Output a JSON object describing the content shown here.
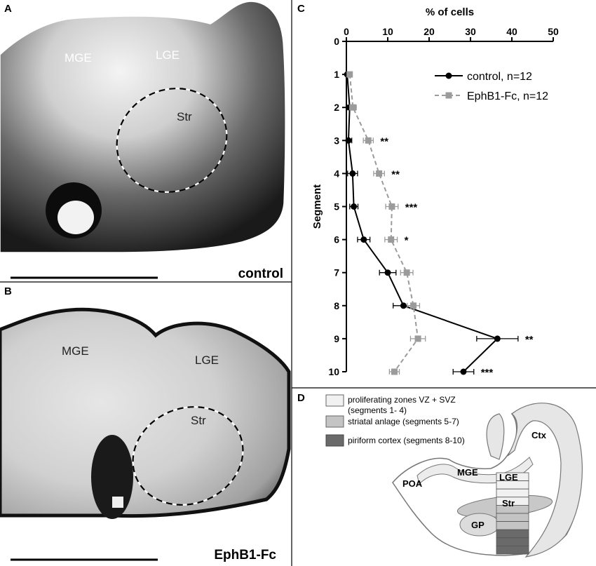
{
  "panels": {
    "a": {
      "letter": "A",
      "regions": [
        "MGE",
        "LGE",
        "Str"
      ],
      "caption": "control"
    },
    "b": {
      "letter": "B",
      "regions": [
        "MGE",
        "LGE",
        "Str"
      ],
      "caption": "EphB1-Fc"
    },
    "c": {
      "letter": "C"
    },
    "d": {
      "letter": "D",
      "legend": [
        "proliferating zones VZ + SVZ",
        "(segments 1- 4)",
        "striatal anlage (segments 5-7)",
        "piriform cortex (segments 8-10)"
      ],
      "regions": [
        "Ctx",
        "MGE",
        "LGE",
        "Str",
        "POA",
        "GP"
      ],
      "colors": {
        "proliferating": "#f1f1f1",
        "striatal": "#c4c4c4",
        "piriform": "#6a6a6a"
      }
    }
  },
  "chart_data": {
    "type": "line",
    "title": "",
    "xlabel": "% of cells",
    "ylabel": "Segment",
    "xlim": [
      0,
      50
    ],
    "ylim": [
      0,
      10
    ],
    "x_axis_position": "top",
    "y_inverted": true,
    "xticks": [
      0,
      10,
      20,
      30,
      40,
      50
    ],
    "yticks": [
      0,
      1,
      2,
      3,
      4,
      5,
      6,
      7,
      8,
      9,
      10
    ],
    "grid": false,
    "legend": "top-right",
    "significance": [
      {
        "segment": 3,
        "label": "**"
      },
      {
        "segment": 4,
        "label": "**"
      },
      {
        "segment": 5,
        "label": "***"
      },
      {
        "segment": 6,
        "label": "*"
      },
      {
        "segment": 9,
        "label": "**"
      },
      {
        "segment": 10,
        "label": "***"
      }
    ],
    "series": [
      {
        "name": "control, n=12",
        "color": "#000000",
        "style": "solid",
        "marker": "circle",
        "y": [
          1,
          2,
          3,
          4,
          5,
          6,
          7,
          8,
          9,
          10
        ],
        "x": [
          0.2,
          0.8,
          0.5,
          1.5,
          1.8,
          4.2,
          10.0,
          13.8,
          36.5,
          28.3
        ],
        "err": [
          0.3,
          0.5,
          0.8,
          1.2,
          1.0,
          1.5,
          2.0,
          2.5,
          5.0,
          2.5
        ]
      },
      {
        "name": "EphB1-Fc, n=12",
        "color": "#9b9b9b",
        "style": "dashed",
        "marker": "square",
        "y": [
          1,
          2,
          3,
          4,
          5,
          6,
          7,
          8,
          9,
          10
        ],
        "x": [
          0.8,
          1.6,
          5.3,
          7.9,
          11.0,
          10.8,
          14.6,
          16.2,
          17.3,
          11.6
        ],
        "err": [
          0.5,
          0.8,
          1.2,
          1.3,
          1.5,
          1.5,
          1.5,
          1.5,
          1.8,
          1.2
        ]
      }
    ]
  }
}
